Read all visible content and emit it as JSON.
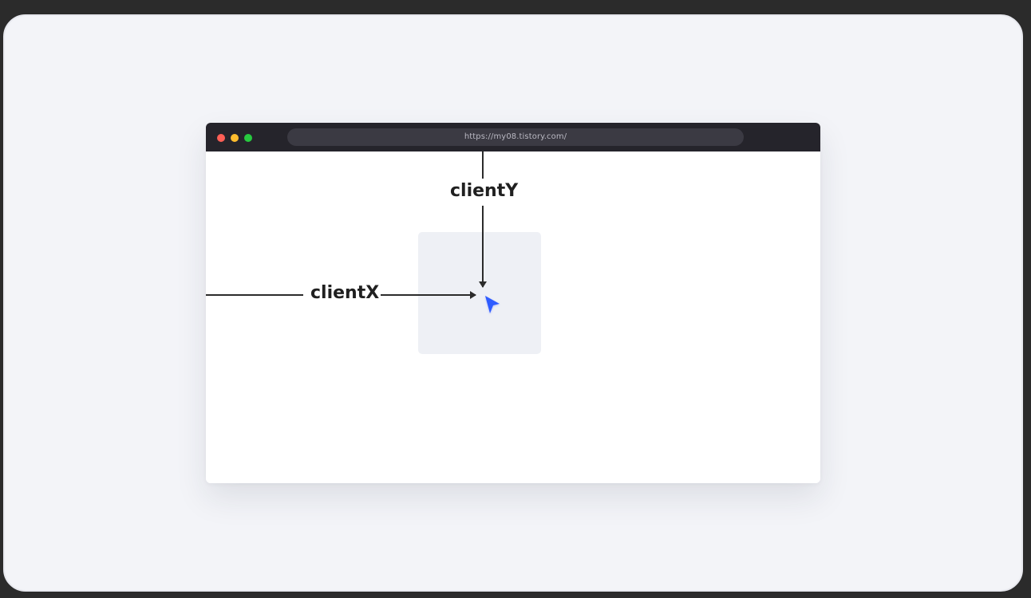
{
  "browser": {
    "url": "https://my08.tistory.com/",
    "traffic_lights": {
      "red": "#ff5f56",
      "yellow": "#ffbd2e",
      "green": "#27c93f"
    },
    "titlebar_color": "#25242b"
  },
  "diagram": {
    "client_y_label": "clientY",
    "client_x_label": "clientX",
    "cursor_color": "#2f5bff",
    "target_box_color": "#eef0f5",
    "arrow_color": "#2b2b2b"
  },
  "icons": {
    "cursor": "mouse-pointer-icon"
  }
}
